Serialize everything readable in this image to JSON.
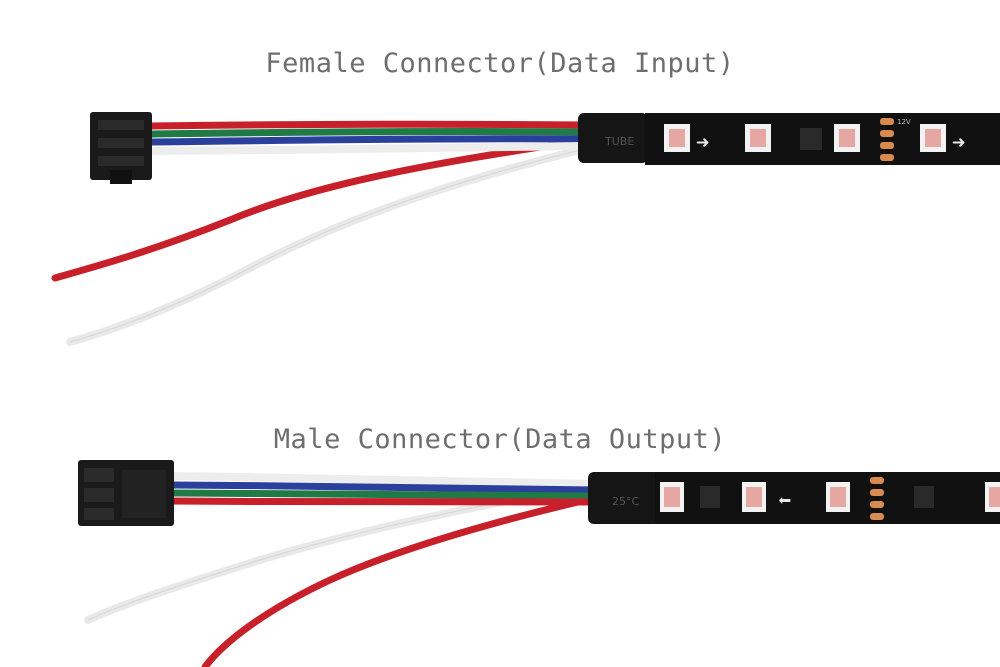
{
  "captions": {
    "top": "Female Connector(Data Input)",
    "bottom": "Male Connector(Data Output)"
  },
  "strip_markings": {
    "top_tube_label": "TUBE",
    "top_pad_label": "12V",
    "bottom_tube_label": "25°C"
  },
  "colors": {
    "wire_red": "#c8202a",
    "wire_green": "#1f7a45",
    "wire_blue": "#2b3f9c",
    "wire_white": "#efefef",
    "pcb": "#111111",
    "connector": "#1a1a1a",
    "copper_pad": "#d98a4e",
    "led_pink": "#e6a6a2"
  },
  "icons": [
    "arrow-right-icon",
    "arrow-left-icon"
  ]
}
